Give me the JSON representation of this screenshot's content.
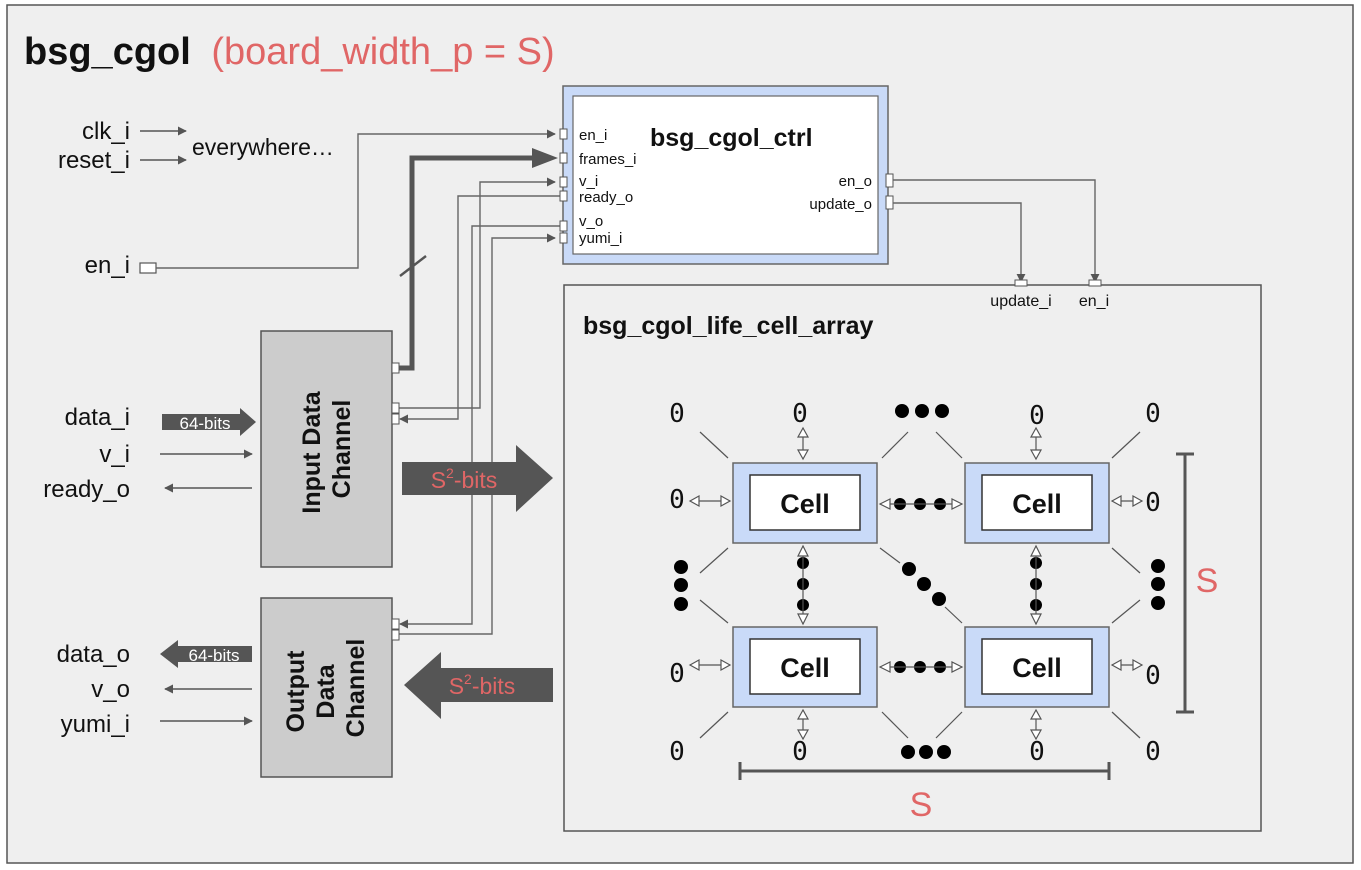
{
  "title": {
    "main": "bsg_cgol",
    "param": "(board_width_p = S)"
  },
  "colors": {
    "accent": "#e06666",
    "block_fill": "#cccccc",
    "ctrl_fill": "#c9daf8",
    "array_fill": "#efefef",
    "arrow_dark": "#555555"
  },
  "inputs": {
    "clk": "clk_i",
    "reset": "reset_i",
    "everywhere": "everywhere…",
    "en": "en_i"
  },
  "ctrl": {
    "name": "bsg_cgol_ctrl",
    "ports_left": [
      "en_i",
      "frames_i",
      "v_i",
      "ready_o",
      "v_o",
      "yumi_i"
    ],
    "ports_right": [
      "en_o",
      "update_o"
    ]
  },
  "input_channel": {
    "name_line1": "Input Data",
    "name_line2": "Channel",
    "ports": [
      "data_i",
      "v_i",
      "ready_o"
    ],
    "bus_label": "64-bits",
    "out_bus_prefix": "S",
    "out_bus_sup": "2",
    "out_bus_suffix": "-bits"
  },
  "output_channel": {
    "name_line1": "Output",
    "name_line2": "Data",
    "name_line3": "Channel",
    "ports": [
      "data_o",
      "v_o",
      "yumi_i"
    ],
    "bus_label": "64-bits",
    "in_bus_prefix": "S",
    "in_bus_sup": "2",
    "in_bus_suffix": "-bits"
  },
  "array": {
    "name": "bsg_cgol_life_cell_array",
    "ports": [
      "update_i",
      "en_i"
    ],
    "cell_label": "Cell",
    "zero": "0",
    "dim_h": "S",
    "dim_v": "S"
  }
}
